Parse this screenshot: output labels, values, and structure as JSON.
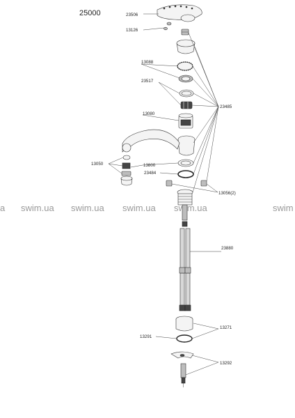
{
  "diagram": {
    "title": "25000",
    "labels": {
      "p23506": "23506",
      "p13126": "13126",
      "p13088": "13088",
      "p23517": "23517",
      "p23485": "23485",
      "p13080": "13080",
      "p13050": "13050",
      "p13800": "13800",
      "p23484": "23484",
      "p13056": "13056(2)",
      "p23880": "23880",
      "p13271": "13271",
      "p13291": "13291",
      "p13292": "13292"
    },
    "watermarks": [
      "a",
      "swim.ua",
      "swim.ua",
      "swim.ua",
      "swim.ua",
      "swim"
    ]
  }
}
